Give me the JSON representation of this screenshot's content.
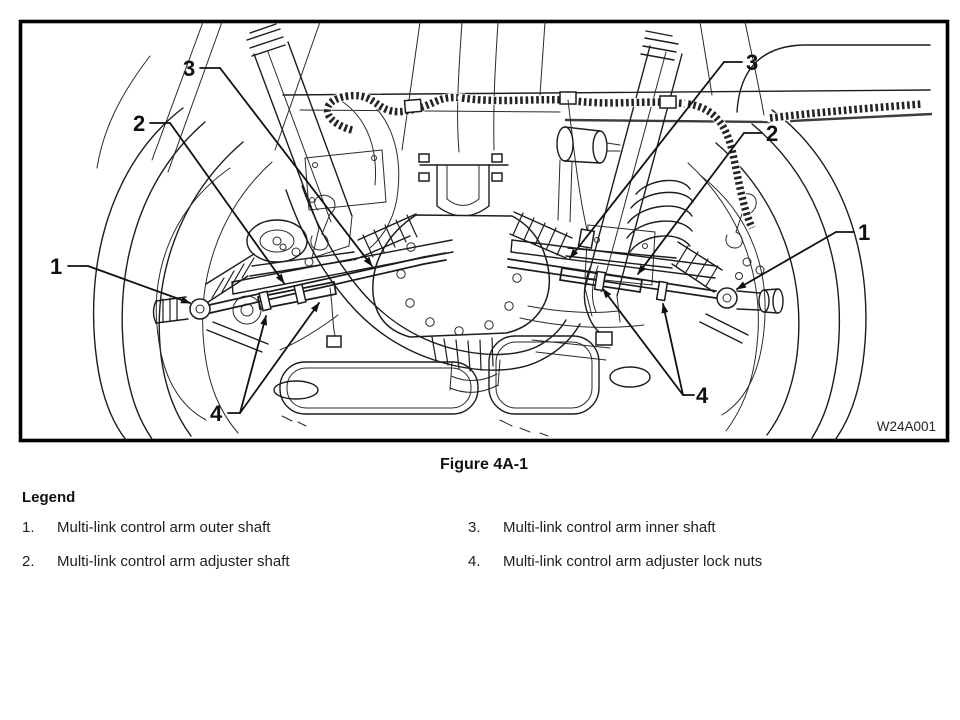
{
  "figure": {
    "caption": "Figure 4A-1",
    "code": "W24A001"
  },
  "legend": {
    "title": "Legend",
    "items": [
      {
        "num": "1.",
        "label": "Multi-link control arm outer shaft"
      },
      {
        "num": "2.",
        "label": "Multi-link control arm adjuster shaft"
      },
      {
        "num": "3.",
        "label": "Multi-link control arm inner shaft"
      },
      {
        "num": "4.",
        "label": "Multi-link control arm adjuster lock nuts"
      }
    ]
  },
  "callouts": {
    "outer_shaft": "1",
    "adjuster_shaft": "2",
    "inner_shaft": "3",
    "lock_nuts": "4"
  }
}
